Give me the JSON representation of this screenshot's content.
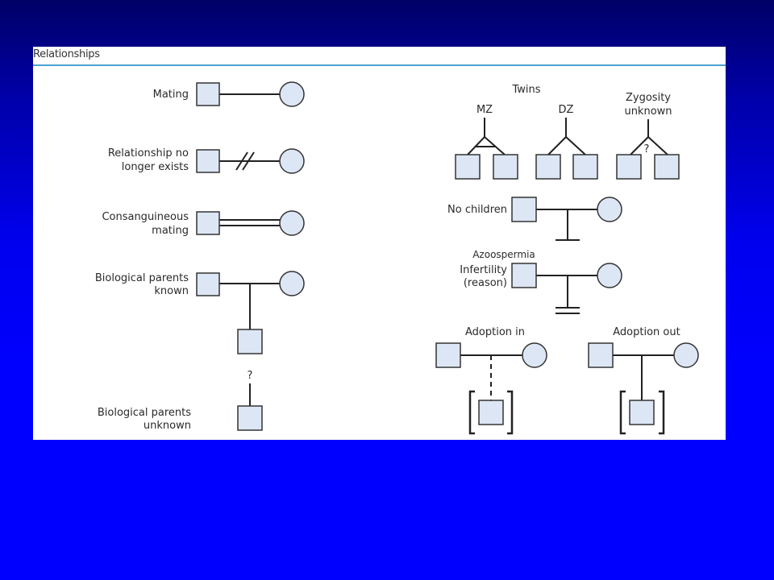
{
  "panel": {
    "title": "Relationships",
    "accent_color": "#4aa3d0",
    "symbol_fill": "#dde6f4"
  },
  "left": {
    "mating": "Mating",
    "relationship_no_longer_exists": [
      "Relationship no",
      "longer exists"
    ],
    "consanguineous_mating": [
      "Consanguineous",
      "mating"
    ],
    "biological_parents_known": [
      "Biological parents",
      "known"
    ],
    "biological_parents_unknown": [
      "Biological parents",
      "unknown"
    ],
    "unknown_mark": "?"
  },
  "right": {
    "twins": "Twins",
    "mz": "MZ",
    "dz": "DZ",
    "zygosity_unknown": [
      "Zygosity",
      "unknown"
    ],
    "zygosity_mark": "?",
    "no_children": "No children",
    "azoospermia": "Azoospermia",
    "infertility": [
      "Infertility",
      "(reason)"
    ],
    "adoption_in": "Adoption in",
    "adoption_out": "Adoption out"
  }
}
